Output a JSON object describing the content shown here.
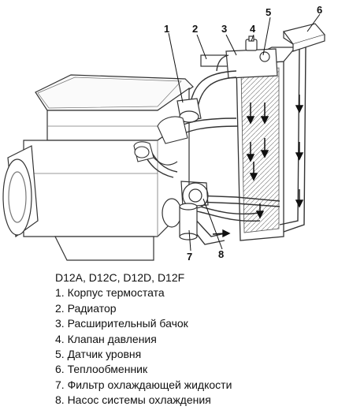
{
  "callouts": [
    "1",
    "2",
    "3",
    "4",
    "5",
    "6",
    "7",
    "8"
  ],
  "legend": {
    "title": "D12A, D12C, D12D, D12F",
    "items": [
      "1. Корпус термостата",
      "2. Радиатор",
      "3. Расширительный бачок",
      "4. Клапан давления",
      "5. Датчик уровня",
      "6. Теплообменник",
      "7. Фильтр охлаждающей жидкости",
      "8. Насос системы охлаждения"
    ]
  }
}
